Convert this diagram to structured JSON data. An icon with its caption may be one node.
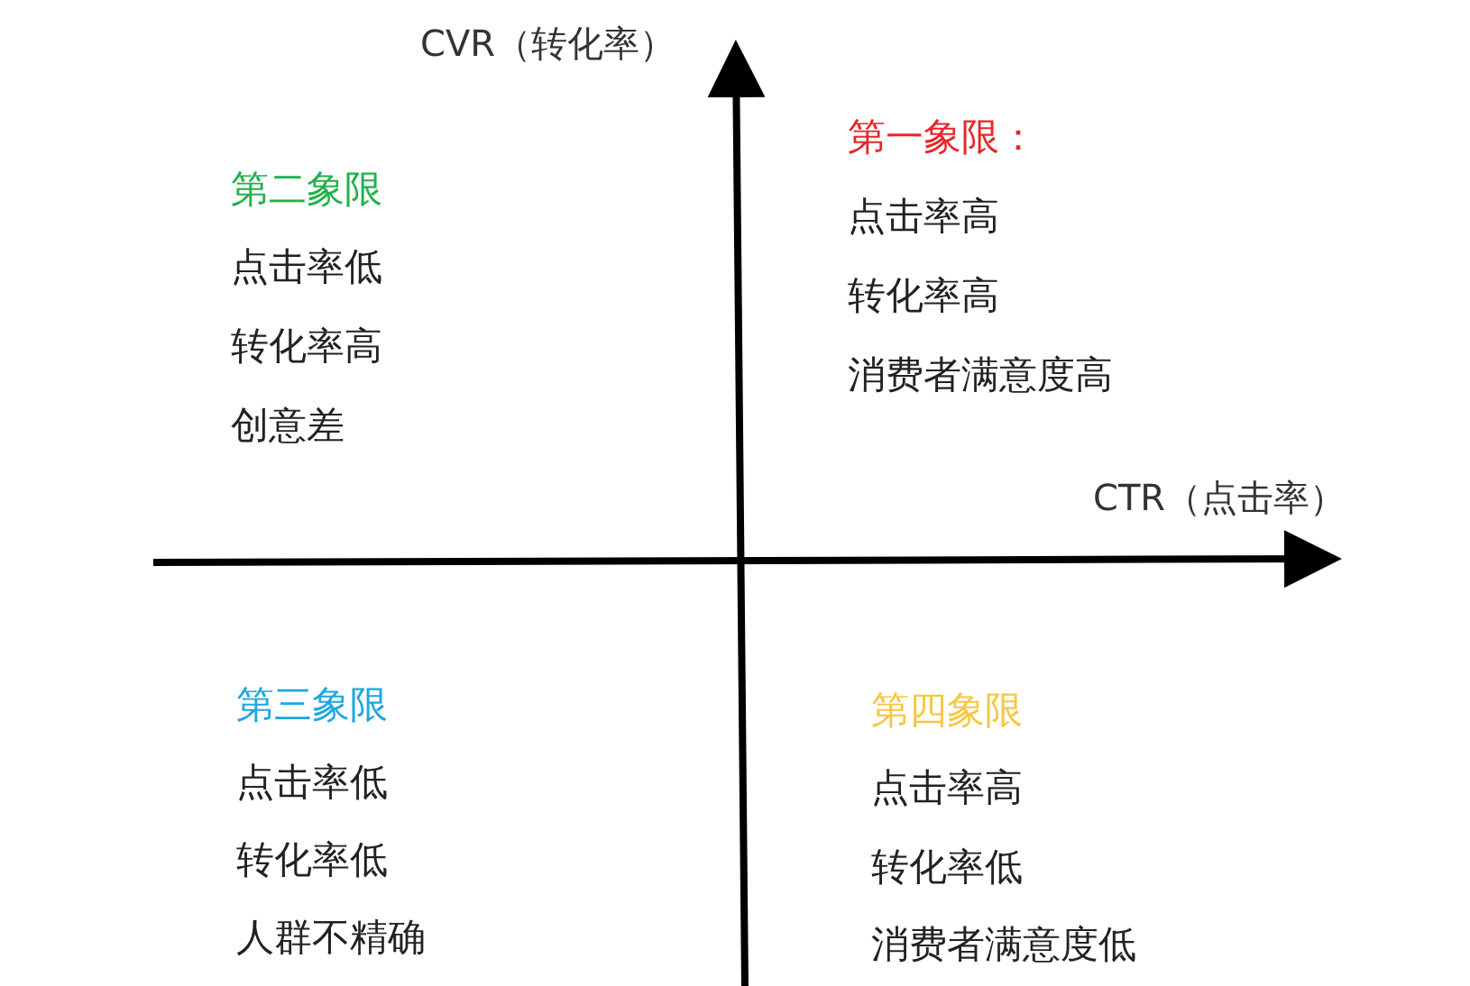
{
  "diagram": {
    "labels": [
      "CVR（转化率）",
      "第一象限：",
      "点击率高",
      "转化率高",
      "消费者满意度高",
      "第二象限",
      "点击率低",
      "转化率高",
      "创意差",
      "CTR（点击率）",
      "第三象限",
      "点击率低",
      "转化率低",
      "人群不精确",
      "第四象限",
      "点击率高",
      "转化率低",
      "消费者满意度低"
    ]
  }
}
